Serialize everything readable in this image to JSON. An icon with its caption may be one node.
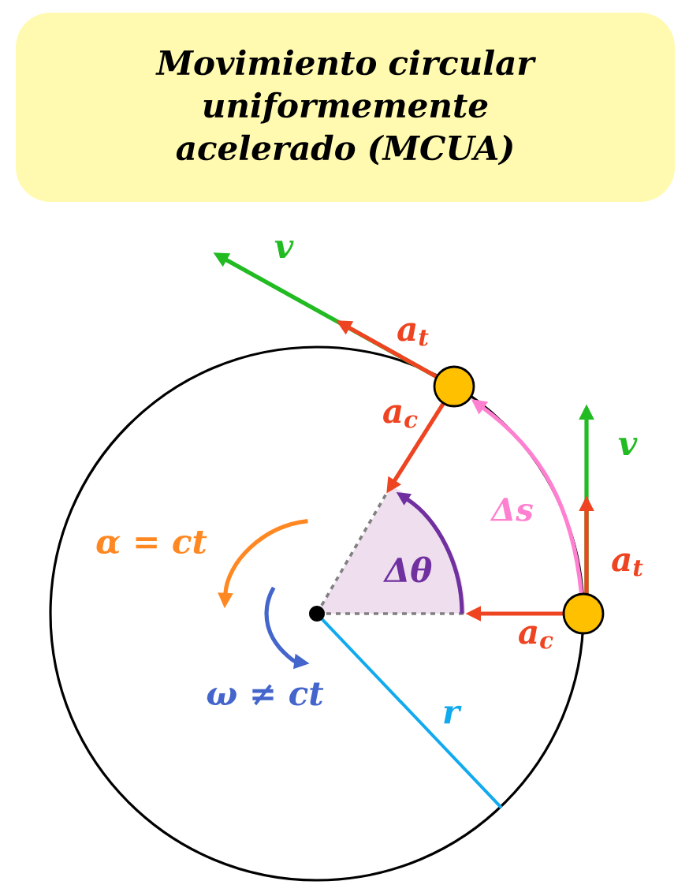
{
  "diagram": {
    "title": "Movimiento circular uniformemente acelerado (MCUA)",
    "nodes": [
      {
        "text": [],
        "shape": "circle"
      },
      {
        "text": [],
        "shape": "circle"
      }
    ],
    "edges": [
      {
        "from": 1,
        "to": 0,
        "arrow": "to",
        "label": "Δs"
      }
    ],
    "labels": [
      "v",
      "a$_{t}$",
      "a$_{c}$",
      "v",
      "a$_{t}$",
      "α = ct",
      "Δθ",
      "a$_{c}$",
      "ω ≠ ct",
      "r"
    ]
  }
}
